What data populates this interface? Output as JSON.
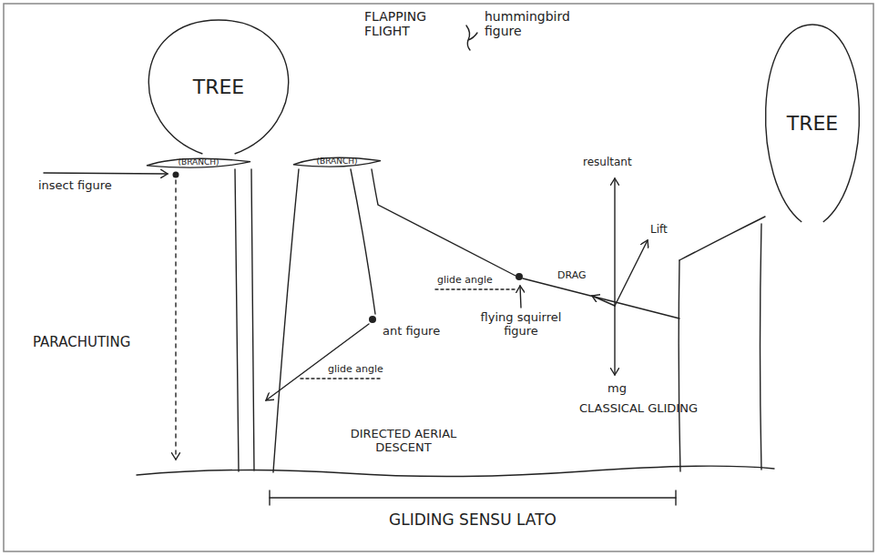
{
  "diagram": {
    "nodes": [
      {
        "text": [
          "TREE"
        ]
      },
      {
        "text": [
          "(BRANCH)"
        ]
      },
      {
        "text": [
          "(BRANCH)"
        ]
      },
      {
        "text": [
          "TREE"
        ]
      }
    ],
    "labels": [
      "FLAPPING FLIGHT",
      "hummingbird figure",
      "insect figure",
      "PARACHUTING",
      "glide angle",
      "ant figure",
      "glide angle",
      "flying squirrel figure",
      "resultant",
      "Lift",
      "DRAG",
      "mg",
      "CLASSICAL GLIDING",
      "DIRECTED AERIAL DESCENT",
      "GLIDING SENSU LATO"
    ]
  }
}
